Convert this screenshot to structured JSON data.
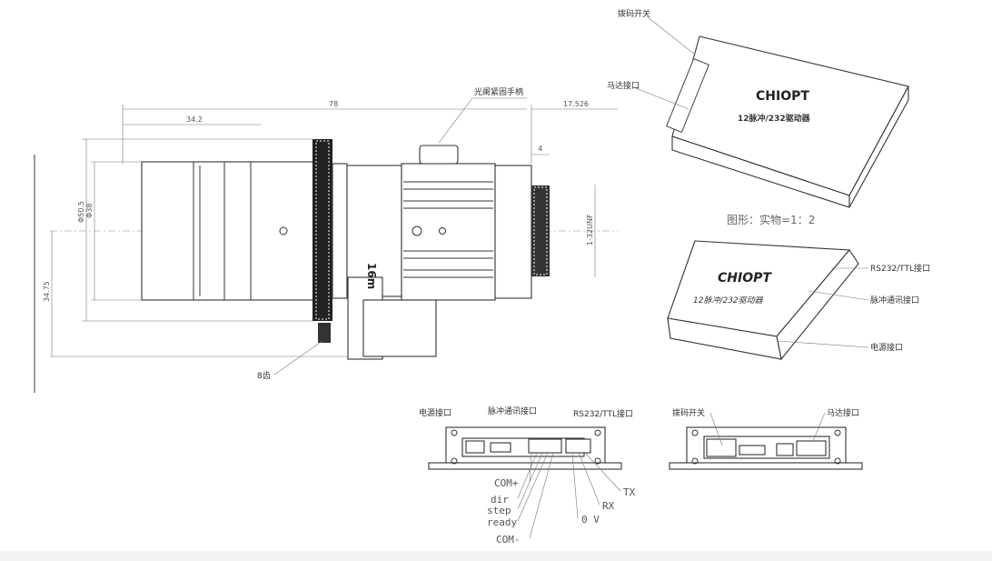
{
  "lens_drawing": {
    "dim_total_length": "78",
    "dim_front_length": "34.2",
    "dim_back_focus": "17.526",
    "dim_flange": "4",
    "dim_outer_diameter": "Φ50.5",
    "dim_barrel_diameter": "Φ38",
    "dim_height": "34.75",
    "dim_thread": "1-32UNF",
    "label_iris_handle": "光阑紧固手柄",
    "label_gear": "8齿",
    "label_size": "16m"
  },
  "driver_top_view": {
    "label_dip_switch": "拨码开关",
    "label_motor_port": "马达接口",
    "brand": "CHIOPT",
    "product": "12脉冲/232驱动器"
  },
  "scale_note": "图形：实物=1：2",
  "driver_iso_view": {
    "brand": "CHIOPT",
    "product": "12脉冲/232驱动器",
    "label_rs232": "RS232/TTL接口",
    "label_pulse": "脉冲通讯接口",
    "label_power": "电源接口"
  },
  "front_panel": {
    "label_power": "电源接口",
    "label_pulse": "脉冲通讯接口",
    "label_rs232": "RS232/TTL接口",
    "pins": [
      "COM+",
      "dir",
      "step",
      "ready",
      "COM-",
      "0 V",
      "RX",
      "TX"
    ]
  },
  "back_panel": {
    "label_dip_switch": "拨码开关",
    "label_motor_port": "马达接口"
  }
}
